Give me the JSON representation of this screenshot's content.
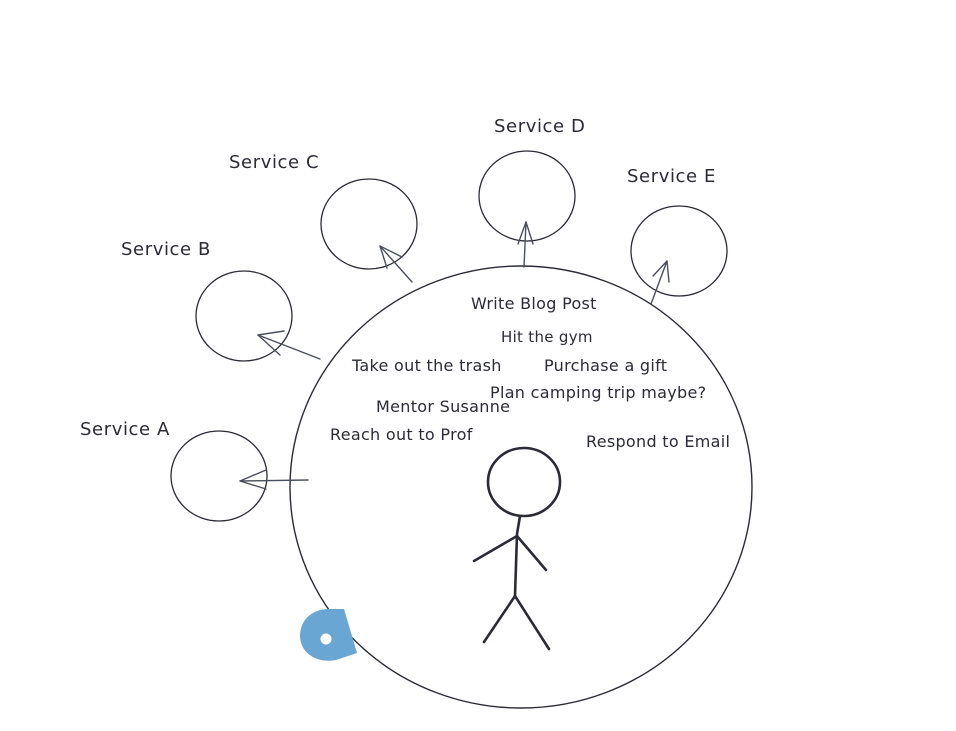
{
  "services": [
    {
      "id": "a",
      "label": "Service A"
    },
    {
      "id": "b",
      "label": "Service B"
    },
    {
      "id": "c",
      "label": "Service C"
    },
    {
      "id": "d",
      "label": "Service D"
    },
    {
      "id": "e",
      "label": "Service E"
    }
  ],
  "tasks": {
    "write_blog": "Write Blog Post",
    "gym": "Hit the gym",
    "trash": "Take out the trash",
    "gift": "Purchase a gift",
    "camping": "Plan camping trip maybe?",
    "mentor": "Mentor Susanne",
    "prof": "Reach out to Prof",
    "email": "Respond to Email"
  },
  "colors": {
    "ink": "#2b2b36",
    "arrow": "#4a4f5c",
    "collab_badge": "#6aa6d3"
  }
}
